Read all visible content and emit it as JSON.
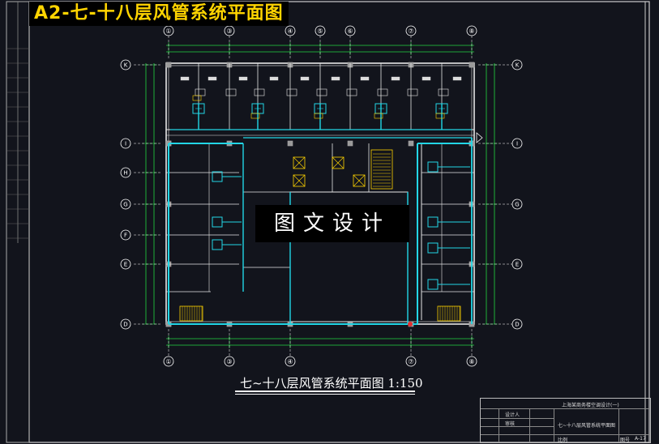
{
  "banner": {
    "title": "A2-七-十八层风管系统平面图"
  },
  "watermark": {
    "text": "图文设计"
  },
  "drawing": {
    "caption": "七~十八层风管系统平面图  1:150",
    "axes_top": [
      "①",
      "③",
      "④",
      "⑤",
      "⑥",
      "⑦",
      "⑧"
    ],
    "axes_bottom": [
      "①",
      "③",
      "④",
      "⑦",
      "⑧"
    ],
    "axes_left": [
      "K",
      "I",
      "H",
      "G",
      "F",
      "E",
      "D"
    ],
    "axes_right": [
      "K",
      "I",
      "G",
      "E",
      "D"
    ]
  },
  "title_block": {
    "project": "上海某商务楼空调设计(一)",
    "drawing_name": "七~十八层风管系统平面图",
    "labels": [
      "设计人",
      "审核",
      "比例",
      "图号"
    ],
    "sheet": "A-17"
  },
  "colors": {
    "background": "#12141c",
    "wall": "#e6e6e6",
    "duct": "#22d6e6",
    "axis": "#ffffff",
    "dimension": "#22d640",
    "banner_text": "#ffd400",
    "accent": "#ffd400"
  }
}
